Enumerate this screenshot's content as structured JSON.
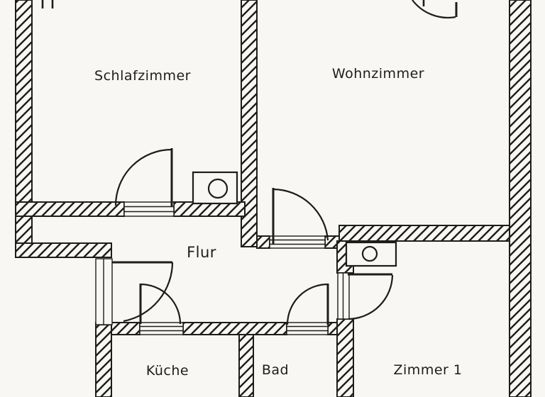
{
  "colors": {
    "ink": "#1d1d1b",
    "paper": "#f8f7f3"
  },
  "rooms": {
    "schlafzimmer": {
      "label": "Schlafzimmer"
    },
    "wohnzimmer": {
      "label": "Wohnzimmer"
    },
    "flur": {
      "label": "Flur"
    },
    "kueche": {
      "label": "Küche"
    },
    "bad": {
      "label": "Bad"
    },
    "zimmer1": {
      "label": "Zimmer 1"
    }
  }
}
